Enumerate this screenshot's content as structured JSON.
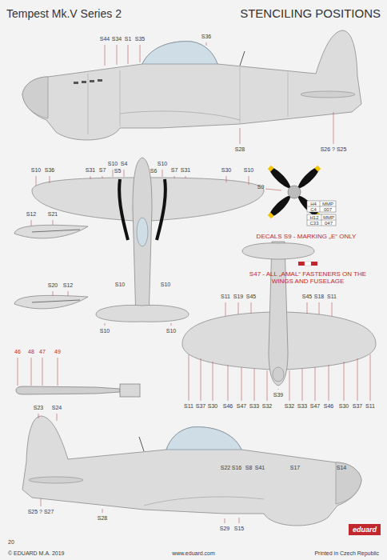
{
  "diagram": {
    "title": "Tempest Mk.V Series 2",
    "labels": [
      "STENCILING POSITIONS",
      "S44",
      "S34",
      "S1",
      "S35",
      "S36",
      "S28",
      "S26 ? S25",
      "S10",
      "S36",
      "S31",
      "S7",
      "S10",
      "S4",
      "S5",
      "S6",
      "S10",
      "S7",
      "S31",
      "S30",
      "S10",
      "S10",
      "S10",
      "S10",
      "S10",
      "S9",
      "H4",
      "MMP",
      "C4",
      "007",
      "H12",
      "MMP",
      "C33",
      "047",
      "DECALS S9 - MARKING „E“ ONLY",
      "S12",
      "S21",
      "S20",
      "S12",
      "S47 - ALL „AMAL“ FASTENERS ON THE WINGS AND FUSELAGE",
      "S11",
      "S19",
      "S45",
      "S45",
      "S18",
      "S11",
      "S11",
      "S37",
      "S30",
      "S46",
      "S47",
      "S33",
      "S32",
      "S39",
      "S32",
      "S33",
      "S47",
      "S46",
      "S30",
      "S37",
      "S11",
      "46",
      "48",
      "47",
      "49",
      "S23",
      "S24",
      "S22",
      "S16",
      "S8",
      "S41",
      "S17",
      "S14",
      "S25 ? S27",
      "S28",
      "S29",
      "S15",
      "20",
      "© EDUARD M.A. 2019",
      "eduard",
      "www.eduard.com",
      "Printed in Czech Republic"
    ]
  }
}
